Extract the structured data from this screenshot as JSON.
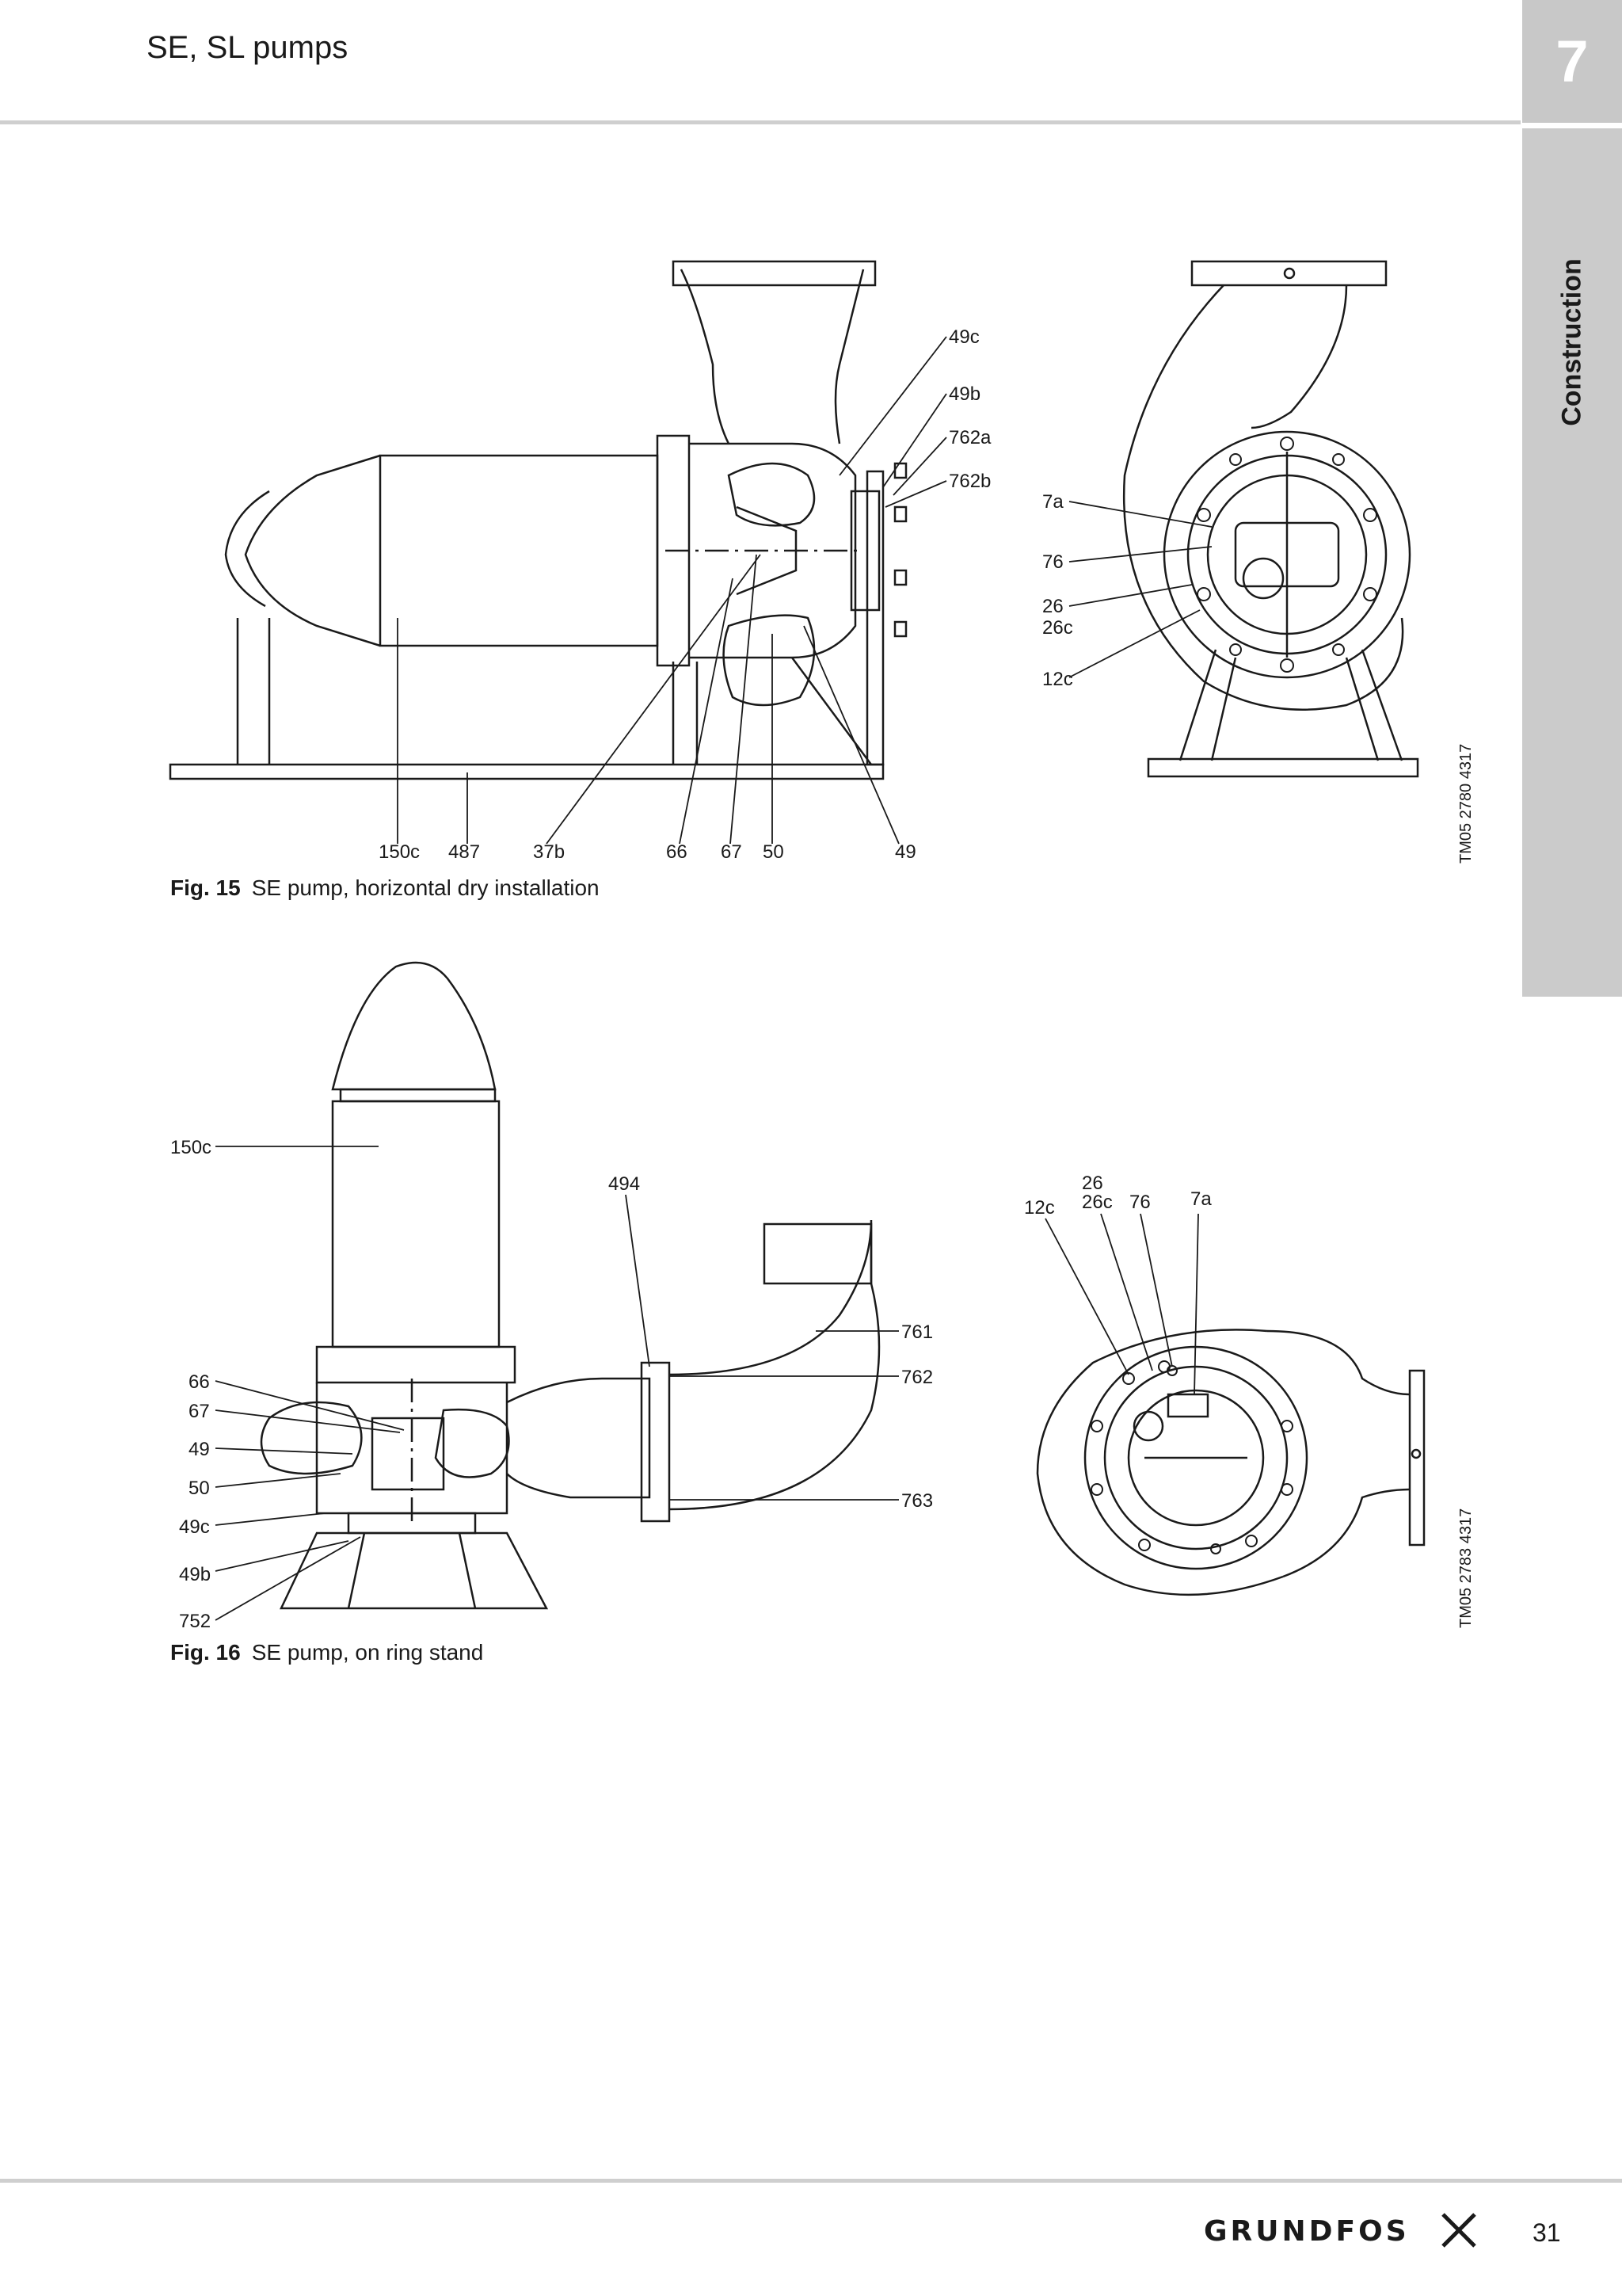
{
  "header": {
    "title": "SE, SL pumps",
    "chapter_number": "7",
    "section_tab": "Construction"
  },
  "figure15": {
    "fig_label": "Fig. 15",
    "caption": "SE pump, horizontal dry installation",
    "tm_code": "TM05 2780 4317",
    "labels": {
      "l49c": "49c",
      "l49b": "49b",
      "l762a": "762a",
      "l762b": "762b",
      "l150c": "150c",
      "l487": "487",
      "l37b": "37b",
      "l66": "66",
      "l67": "67",
      "l50": "50",
      "l49": "49",
      "l7a": "7a",
      "l76": "76",
      "l26": "26",
      "l26c": "26c",
      "l12c": "12c"
    }
  },
  "figure16": {
    "fig_label": "Fig. 16",
    "caption": "SE pump, on ring stand",
    "tm_code": "TM05 2783 4317",
    "labels": {
      "l150c": "150c",
      "l494": "494",
      "l761": "761",
      "l762": "762",
      "l763": "763",
      "l66": "66",
      "l67": "67",
      "l49": "49",
      "l50": "50",
      "l49c": "49c",
      "l49b": "49b",
      "l752": "752",
      "l12c": "12c",
      "l26": "26",
      "l26c": "26c",
      "l76": "76",
      "l7a": "7a"
    }
  },
  "footer": {
    "brand": "GRUNDFOS",
    "page_number": "31"
  }
}
